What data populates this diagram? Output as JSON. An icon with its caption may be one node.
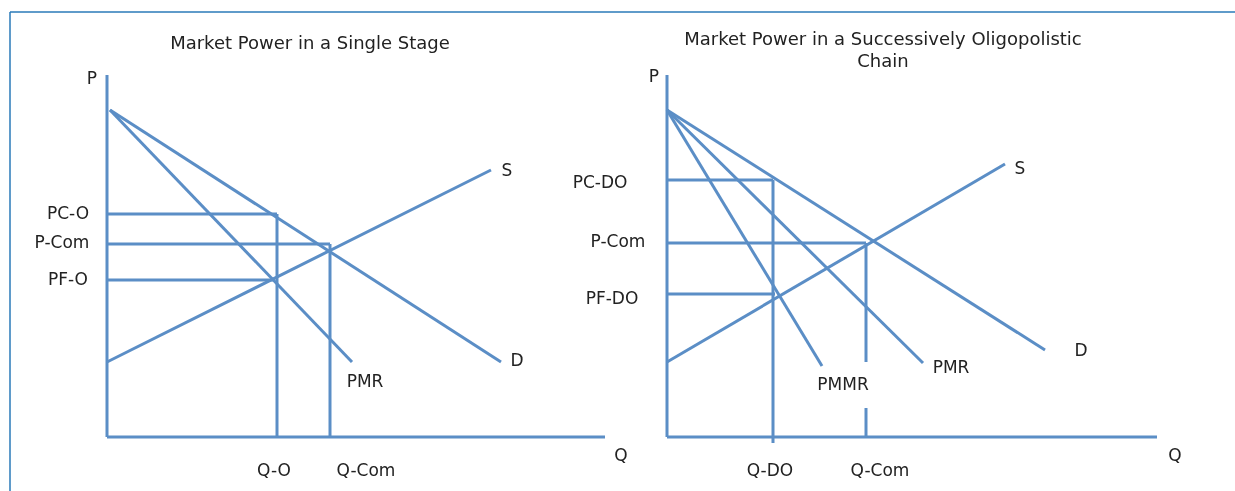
{
  "diagram": {
    "labels": [
      "Market Power in a Single Stage",
      "Market Power in a Successively Oligopolistic Chain",
      "P",
      "P",
      "S",
      "PC-DO",
      "S",
      "PC-O",
      "P-Com",
      "P-Com",
      "PF-O",
      "PF-DO",
      "D",
      "D",
      "PMR",
      "PMR",
      "PMMR",
      "Q",
      "Q",
      "Q-O",
      "Q-Com",
      "Q-DO",
      "Q-Com"
    ]
  }
}
